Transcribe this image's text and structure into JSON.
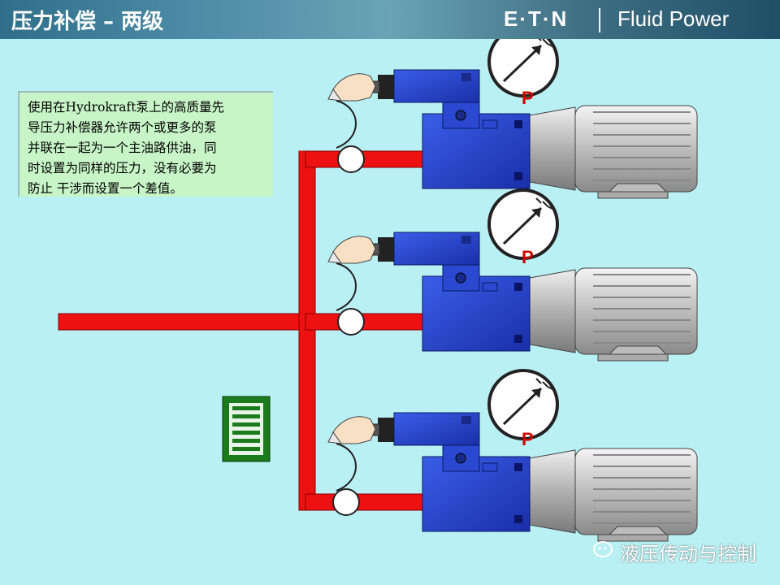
{
  "header": {
    "title": "压力补偿 – 两级",
    "brand": "E·T·N",
    "product": "Fluid Power"
  },
  "note": {
    "lines": [
      "使用在Hydrokraft泵上的高质量先",
      "导压力补偿器允许两个或更多的泵",
      "并联在一起为一个主油路供油，同",
      "时设置为同样的压力，没有必要为",
      "防止 干涉而设置一个差值。"
    ]
  },
  "units": [
    {
      "gauge_label": "P"
    },
    {
      "gauge_label": "P"
    },
    {
      "gauge_label": "P"
    }
  ],
  "watermark": {
    "text": "液压传动与控制"
  },
  "colors": {
    "pipe": "#ee1111",
    "pump": "#2244cc",
    "motor": "#c8c8c8",
    "background": "#b9f0f4",
    "gauge_label": "#d00000"
  }
}
